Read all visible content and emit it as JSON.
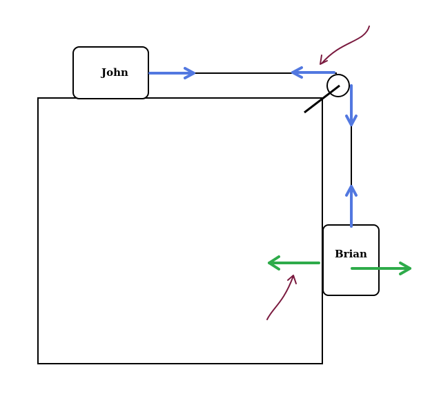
{
  "diagram": {
    "blocks": [
      {
        "id": "john",
        "label": "John"
      },
      {
        "id": "brian",
        "label": "Brian"
      }
    ],
    "colors": {
      "outline": "#000000",
      "tension_arrows": "#5278e0",
      "friction_arrows": "#2eab4a",
      "pointer_arrows": "#7a1a3f"
    }
  }
}
